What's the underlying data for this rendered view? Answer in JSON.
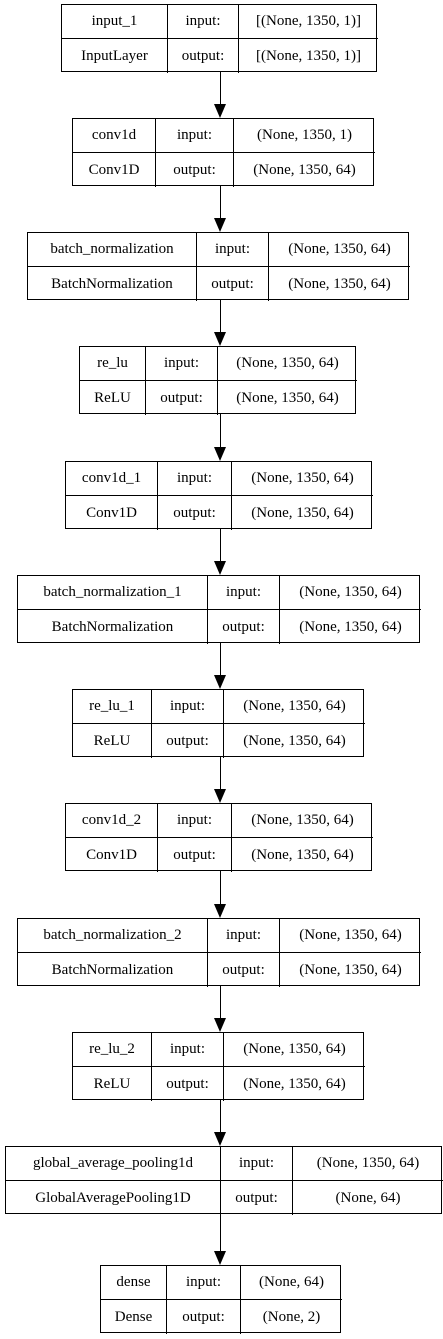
{
  "diagram": {
    "layers": [
      {
        "name": "input_1",
        "type": "InputLayer",
        "input_label": "input:",
        "output_label": "output:",
        "input_shape": "[(None, 1350, 1)]",
        "output_shape": "[(None, 1350, 1)]"
      },
      {
        "name": "conv1d",
        "type": "Conv1D",
        "input_label": "input:",
        "output_label": "output:",
        "input_shape": "(None, 1350, 1)",
        "output_shape": "(None, 1350, 64)"
      },
      {
        "name": "batch_normalization",
        "type": "BatchNormalization",
        "input_label": "input:",
        "output_label": "output:",
        "input_shape": "(None, 1350, 64)",
        "output_shape": "(None, 1350, 64)"
      },
      {
        "name": "re_lu",
        "type": "ReLU",
        "input_label": "input:",
        "output_label": "output:",
        "input_shape": "(None, 1350, 64)",
        "output_shape": "(None, 1350, 64)"
      },
      {
        "name": "conv1d_1",
        "type": "Conv1D",
        "input_label": "input:",
        "output_label": "output:",
        "input_shape": "(None, 1350, 64)",
        "output_shape": "(None, 1350, 64)"
      },
      {
        "name": "batch_normalization_1",
        "type": "BatchNormalization",
        "input_label": "input:",
        "output_label": "output:",
        "input_shape": "(None, 1350, 64)",
        "output_shape": "(None, 1350, 64)"
      },
      {
        "name": "re_lu_1",
        "type": "ReLU",
        "input_label": "input:",
        "output_label": "output:",
        "input_shape": "(None, 1350, 64)",
        "output_shape": "(None, 1350, 64)"
      },
      {
        "name": "conv1d_2",
        "type": "Conv1D",
        "input_label": "input:",
        "output_label": "output:",
        "input_shape": "(None, 1350, 64)",
        "output_shape": "(None, 1350, 64)"
      },
      {
        "name": "batch_normalization_2",
        "type": "BatchNormalization",
        "input_label": "input:",
        "output_label": "output:",
        "input_shape": "(None, 1350, 64)",
        "output_shape": "(None, 1350, 64)"
      },
      {
        "name": "re_lu_2",
        "type": "ReLU",
        "input_label": "input:",
        "output_label": "output:",
        "input_shape": "(None, 1350, 64)",
        "output_shape": "(None, 1350, 64)"
      },
      {
        "name": "global_average_pooling1d",
        "type": "GlobalAveragePooling1D",
        "input_label": "input:",
        "output_label": "output:",
        "input_shape": "(None, 1350, 64)",
        "output_shape": "(None, 64)"
      },
      {
        "name": "dense",
        "type": "Dense",
        "input_label": "input:",
        "output_label": "output:",
        "input_shape": "(None, 64)",
        "output_shape": "(None, 2)"
      }
    ]
  }
}
